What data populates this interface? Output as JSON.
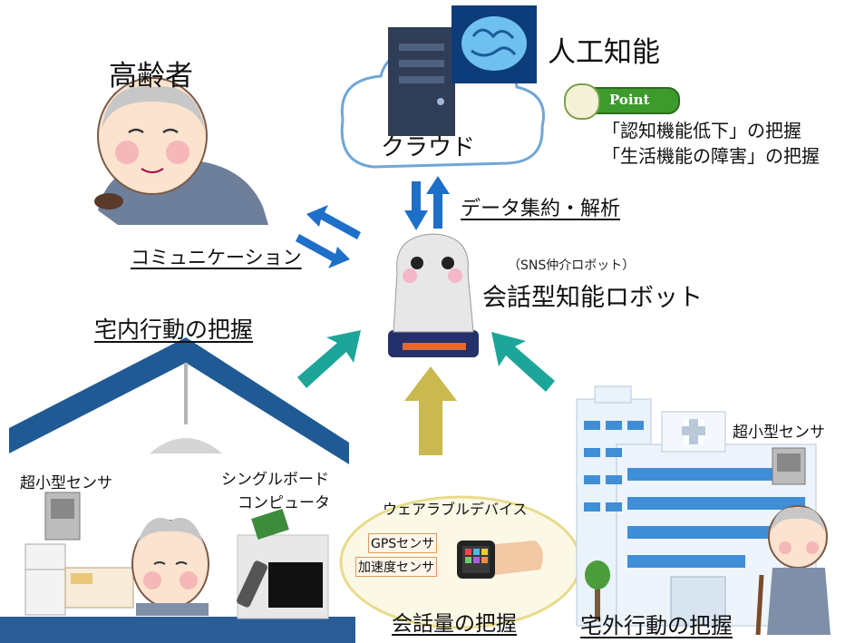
{
  "labels": {
    "elderly": "高齢者",
    "ai": "人工知能",
    "cloud": "クラウド",
    "point_badge": "Point",
    "point_line1": "「認知機能低下」の把握",
    "point_line2": "「生活機能の障害」の把握",
    "data_aggregation": "データ集約・解析",
    "communication": "コミュニケーション",
    "robot_sub": "（SNS仲介ロボット）",
    "robot_main": "会話型知能ロボット",
    "home_behavior": "宅内行動の把握",
    "small_sensor_left": "超小型センサ",
    "sbc_line1": "シングルボード",
    "sbc_line2": "コンピュータ",
    "wearable": "ウェアラブルデバイス",
    "gps_sensor": "GPSセンサ",
    "accel_sensor": "加速度センサ",
    "conversation": "会話量の把握",
    "small_sensor_right": "超小型センサ",
    "outside_behavior": "宅外行動の把握"
  },
  "colors": {
    "house_blue": "#1f5a94",
    "floor_blue": "#2a5d98",
    "arrow_blue": "#1e6fc8",
    "arrow_teal": "#1ea59a",
    "arrow_olive": "#c9b94e",
    "point_green": "#3d9a2c",
    "building_blue": "#3f8ed6",
    "cloud_stroke": "#6fa7d6"
  }
}
